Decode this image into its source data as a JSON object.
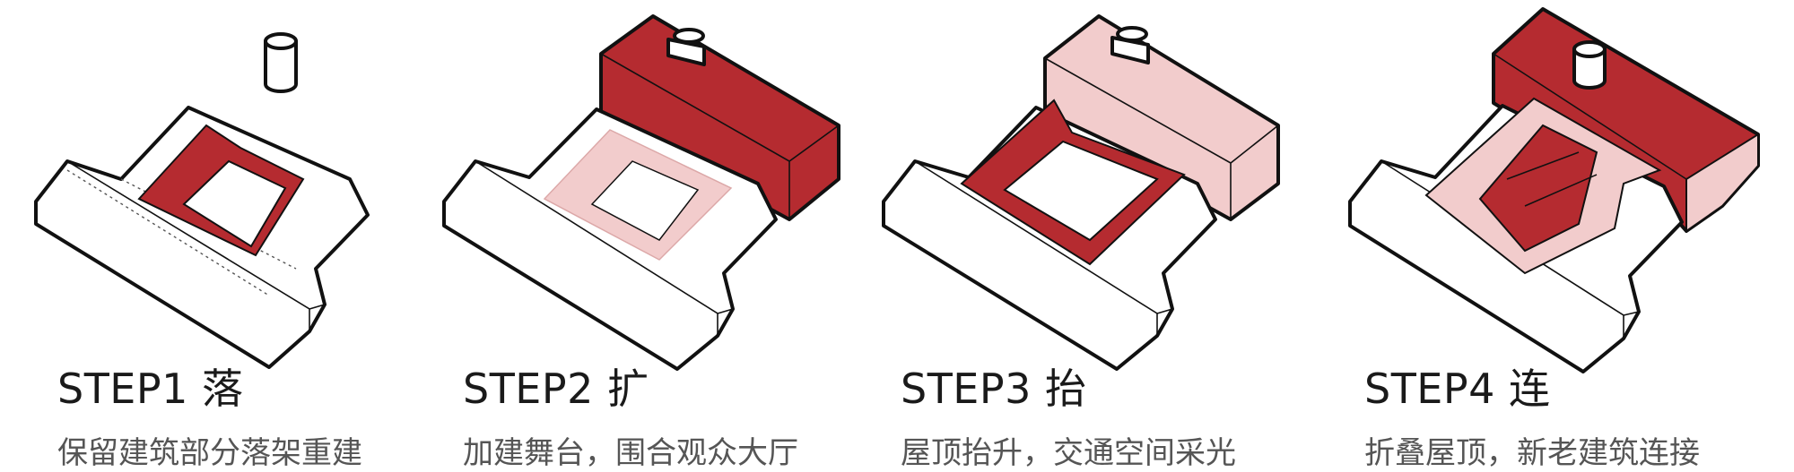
{
  "colors": {
    "red": "#b52b30",
    "pink": "#f2cccc",
    "outline": "#111111"
  },
  "steps": [
    {
      "title": "STEP1 落",
      "caption": "保留建筑部分落架重建"
    },
    {
      "title": "STEP2 扩",
      "caption": "加建舞台，围合观众大厅"
    },
    {
      "title": "STEP3 抬",
      "caption": "屋顶抬升，交通空间采光"
    },
    {
      "title": "STEP4 连",
      "caption": "折叠屋顶，新老建筑连接"
    }
  ]
}
